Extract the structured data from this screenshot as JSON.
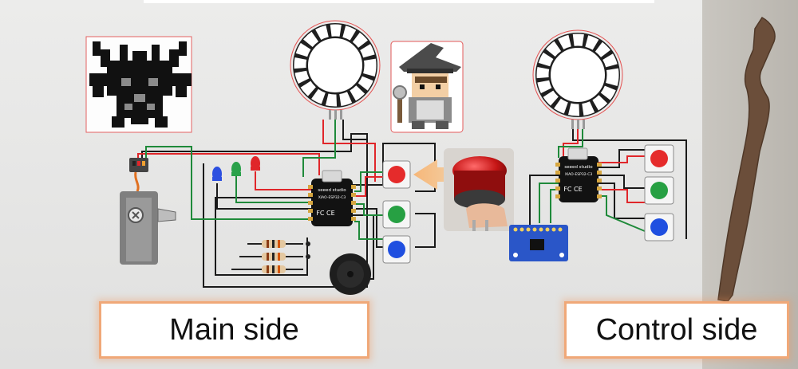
{
  "labels": {
    "main": "Main side",
    "control": "Control side"
  },
  "board": {
    "vendor": "seeed studio",
    "model": "XIAO-ESP32-C3",
    "marks": "FC CE"
  },
  "colors": {
    "background": "#e6e6e5",
    "wood": "#6b4e3a",
    "wire_red": "#e0262a",
    "wire_green": "#1f8a3a",
    "wire_black": "#1a1a1a",
    "button_red": "#e52b2b",
    "button_green": "#27a043",
    "button_blue": "#1f4fe0",
    "highlight": "#f0a878"
  },
  "icons": [
    "pixel-dragon-icon",
    "pixel-wizard-icon",
    "led-ring-icon",
    "servo-icon",
    "buzzer-icon",
    "arcade-button-photo-icon",
    "imu-sensor-icon"
  ]
}
